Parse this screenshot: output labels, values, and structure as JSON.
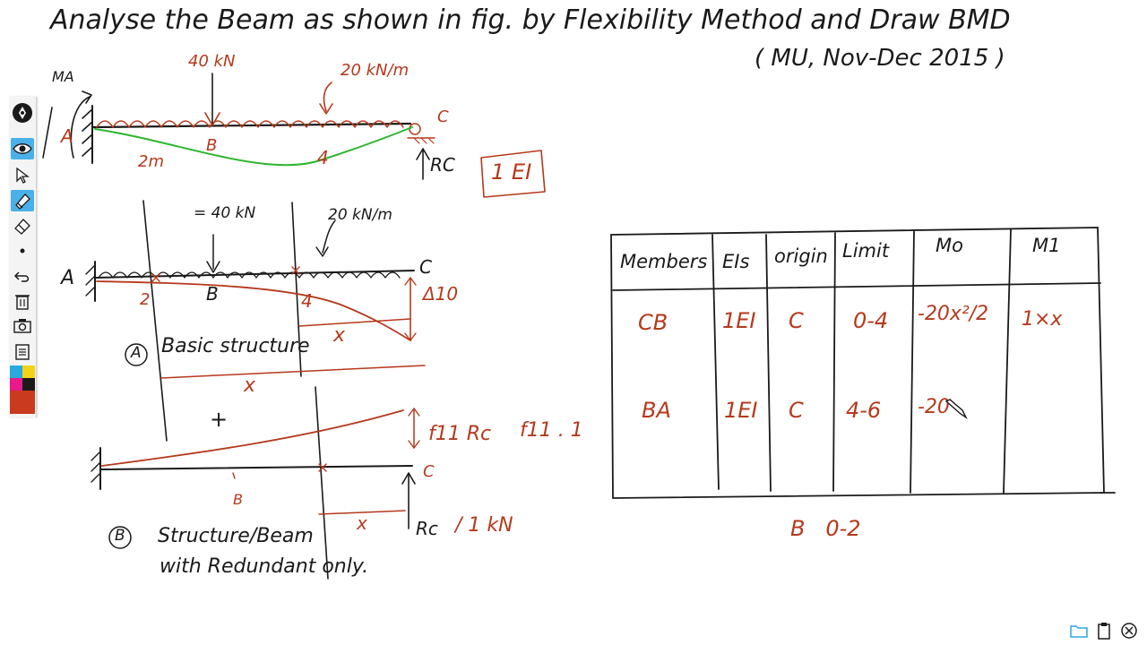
{
  "title": "Analyse the Beam as shown in fig. by Flexibility Method and Draw BMD",
  "source": "( MU, Nov-Dec 2015 )",
  "fig": {
    "load_point": "40 kN",
    "load_udl": "20 kN/m",
    "moment_label": "MA",
    "node_a": "A",
    "node_b": "B",
    "node_c": "C",
    "reaction_label": "RC",
    "span1": "2m",
    "span2": "4",
    "ei_box": "1 EI"
  },
  "basic": {
    "load_point": "= 40 kN",
    "load_udl": "20 kN/m",
    "node_a": "A",
    "node_b": "B",
    "node_c": "C",
    "dist1": "2",
    "dist2": "4",
    "delta": "Δ10",
    "x_label": "x",
    "x_label2": "x",
    "letter": "A",
    "caption": "Basic structure"
  },
  "plus_sign": "+",
  "redundant": {
    "f_label": "f11 Rc",
    "f_label2": "f11 . 1",
    "node_b": "B",
    "node_c": "C",
    "x_label": "x",
    "rc_label": "Rc",
    "unit_label": "/ 1 kN",
    "letter": "B",
    "caption1": "Structure/Beam",
    "caption2": "with Redundant only."
  },
  "table": {
    "headers": [
      "Members",
      "EIs",
      "origin",
      "Limit",
      "Mo",
      "M1"
    ],
    "rows": [
      [
        "CB",
        "1EI",
        "C",
        "0-4",
        "-20x²/2",
        "1×x"
      ],
      [
        "BA",
        "1EI",
        "C",
        "4-6",
        "-20",
        ""
      ]
    ]
  },
  "below_table": "B   0-2",
  "toolbar": {
    "items": [
      "pen-icon",
      "eye-icon",
      "pointer-icon",
      "highlighter-icon",
      "eraser-icon",
      "dot-icon",
      "undo-icon",
      "trash-icon",
      "camera-icon",
      "clipboard-icon"
    ],
    "colors": [
      "#29a8e0",
      "#f4d316",
      "#e8198b",
      "#1a1a1a",
      "#e02020",
      "#b5391c"
    ]
  },
  "corner": [
    "folder-icon",
    "clipboard-icon",
    "close-icon"
  ]
}
